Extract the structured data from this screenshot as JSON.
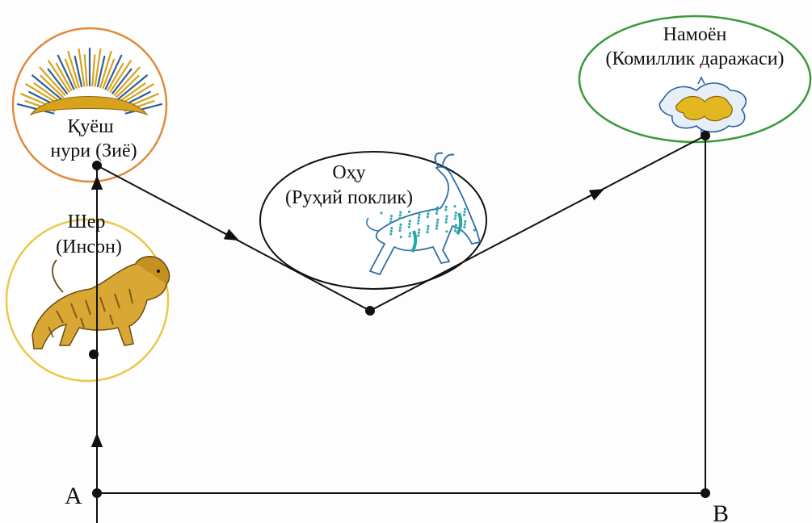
{
  "nodes": {
    "sun": {
      "line1": "Қуёш",
      "line2": "нури (Зиё)",
      "icon": "sun-rays-icon"
    },
    "lion": {
      "line1": "Шер",
      "line2": "(Инсон)",
      "icon": "lion-icon"
    },
    "deer": {
      "line1": "Оҳу",
      "line2": "(Руҳий поклик)",
      "icon": "gazelle-icon"
    },
    "namoyon": {
      "line1": "Намоён",
      "line2": "(Комиллик даражаси)",
      "icon": "ornament-icon"
    }
  },
  "points": {
    "a": "A",
    "b": "B"
  },
  "colors": {
    "sun_circle": "#e08a3c",
    "lion_circle": "#e9c84a",
    "namoyon_ellipse": "#3a9a3a",
    "deer_ellipse": "#111111",
    "line": "#111111",
    "gold": "#d8a31c",
    "deer_spots": "#3aa7b6"
  }
}
